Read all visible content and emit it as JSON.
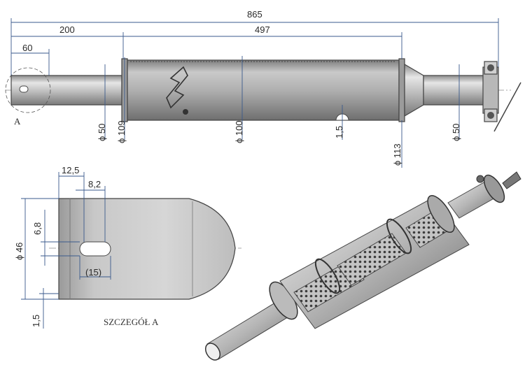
{
  "top_view": {
    "overall_length": "865",
    "inlet_length": "200",
    "body_length": "497",
    "detail_ref_length": "60",
    "detail_marker": "A",
    "inlet_diameter": "ϕ 50",
    "flange_diameter": "ϕ 109",
    "body_diameter": "ϕ 100",
    "hole_height": "1,5",
    "rear_flange_diameter": "ϕ 113",
    "outlet_diameter": "ϕ 50"
  },
  "detail_view": {
    "caption": "SZCZEGÓŁ A",
    "dim_12_5": "12,5",
    "dim_8_2": "8,2",
    "slot_height": "6,8",
    "tube_diameter": "ϕ 46",
    "slot_length": "(15)",
    "wall_thickness": "1,5"
  },
  "colors": {
    "metal_light": "#d9d9d9",
    "metal_mid": "#a8a8a8",
    "metal_dark": "#6e6e6e",
    "dim_line": "#3a5a8c"
  }
}
